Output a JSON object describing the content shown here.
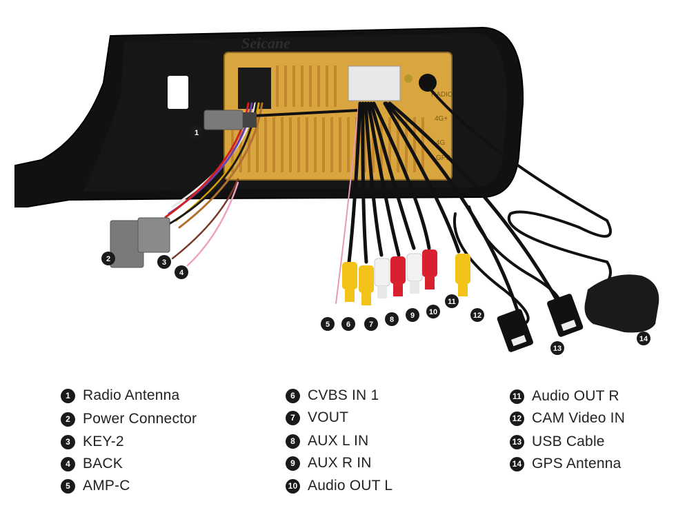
{
  "brand": "Seicane",
  "panel_labels": [
    "RADIO",
    "4G+",
    "4G",
    "GPS"
  ],
  "callouts": [
    {
      "num": "1",
      "label": "Radio Antenna"
    },
    {
      "num": "2",
      "label": "Power Connector"
    },
    {
      "num": "3",
      "label": "KEY-2"
    },
    {
      "num": "4",
      "label": "BACK"
    },
    {
      "num": "5",
      "label": "AMP-C"
    },
    {
      "num": "6",
      "label": "CVBS IN 1"
    },
    {
      "num": "7",
      "label": "VOUT"
    },
    {
      "num": "8",
      "label": "AUX L IN"
    },
    {
      "num": "9",
      "label": "AUX R IN"
    },
    {
      "num": "10",
      "label": "Audio OUT L"
    },
    {
      "num": "11",
      "label": "Audio OUT R"
    },
    {
      "num": "12",
      "label": "CAM Video IN"
    },
    {
      "num": "13",
      "label": "USB Cable"
    },
    {
      "num": "14",
      "label": "GPS Antenna"
    }
  ],
  "colors": {
    "housing": "#101010",
    "panel": "#d9a53e",
    "rca_yellow": "#f3c31a",
    "rca_red": "#d8202e",
    "rca_white": "#f2f2f2",
    "connector_gray": "#7a7a7a"
  }
}
